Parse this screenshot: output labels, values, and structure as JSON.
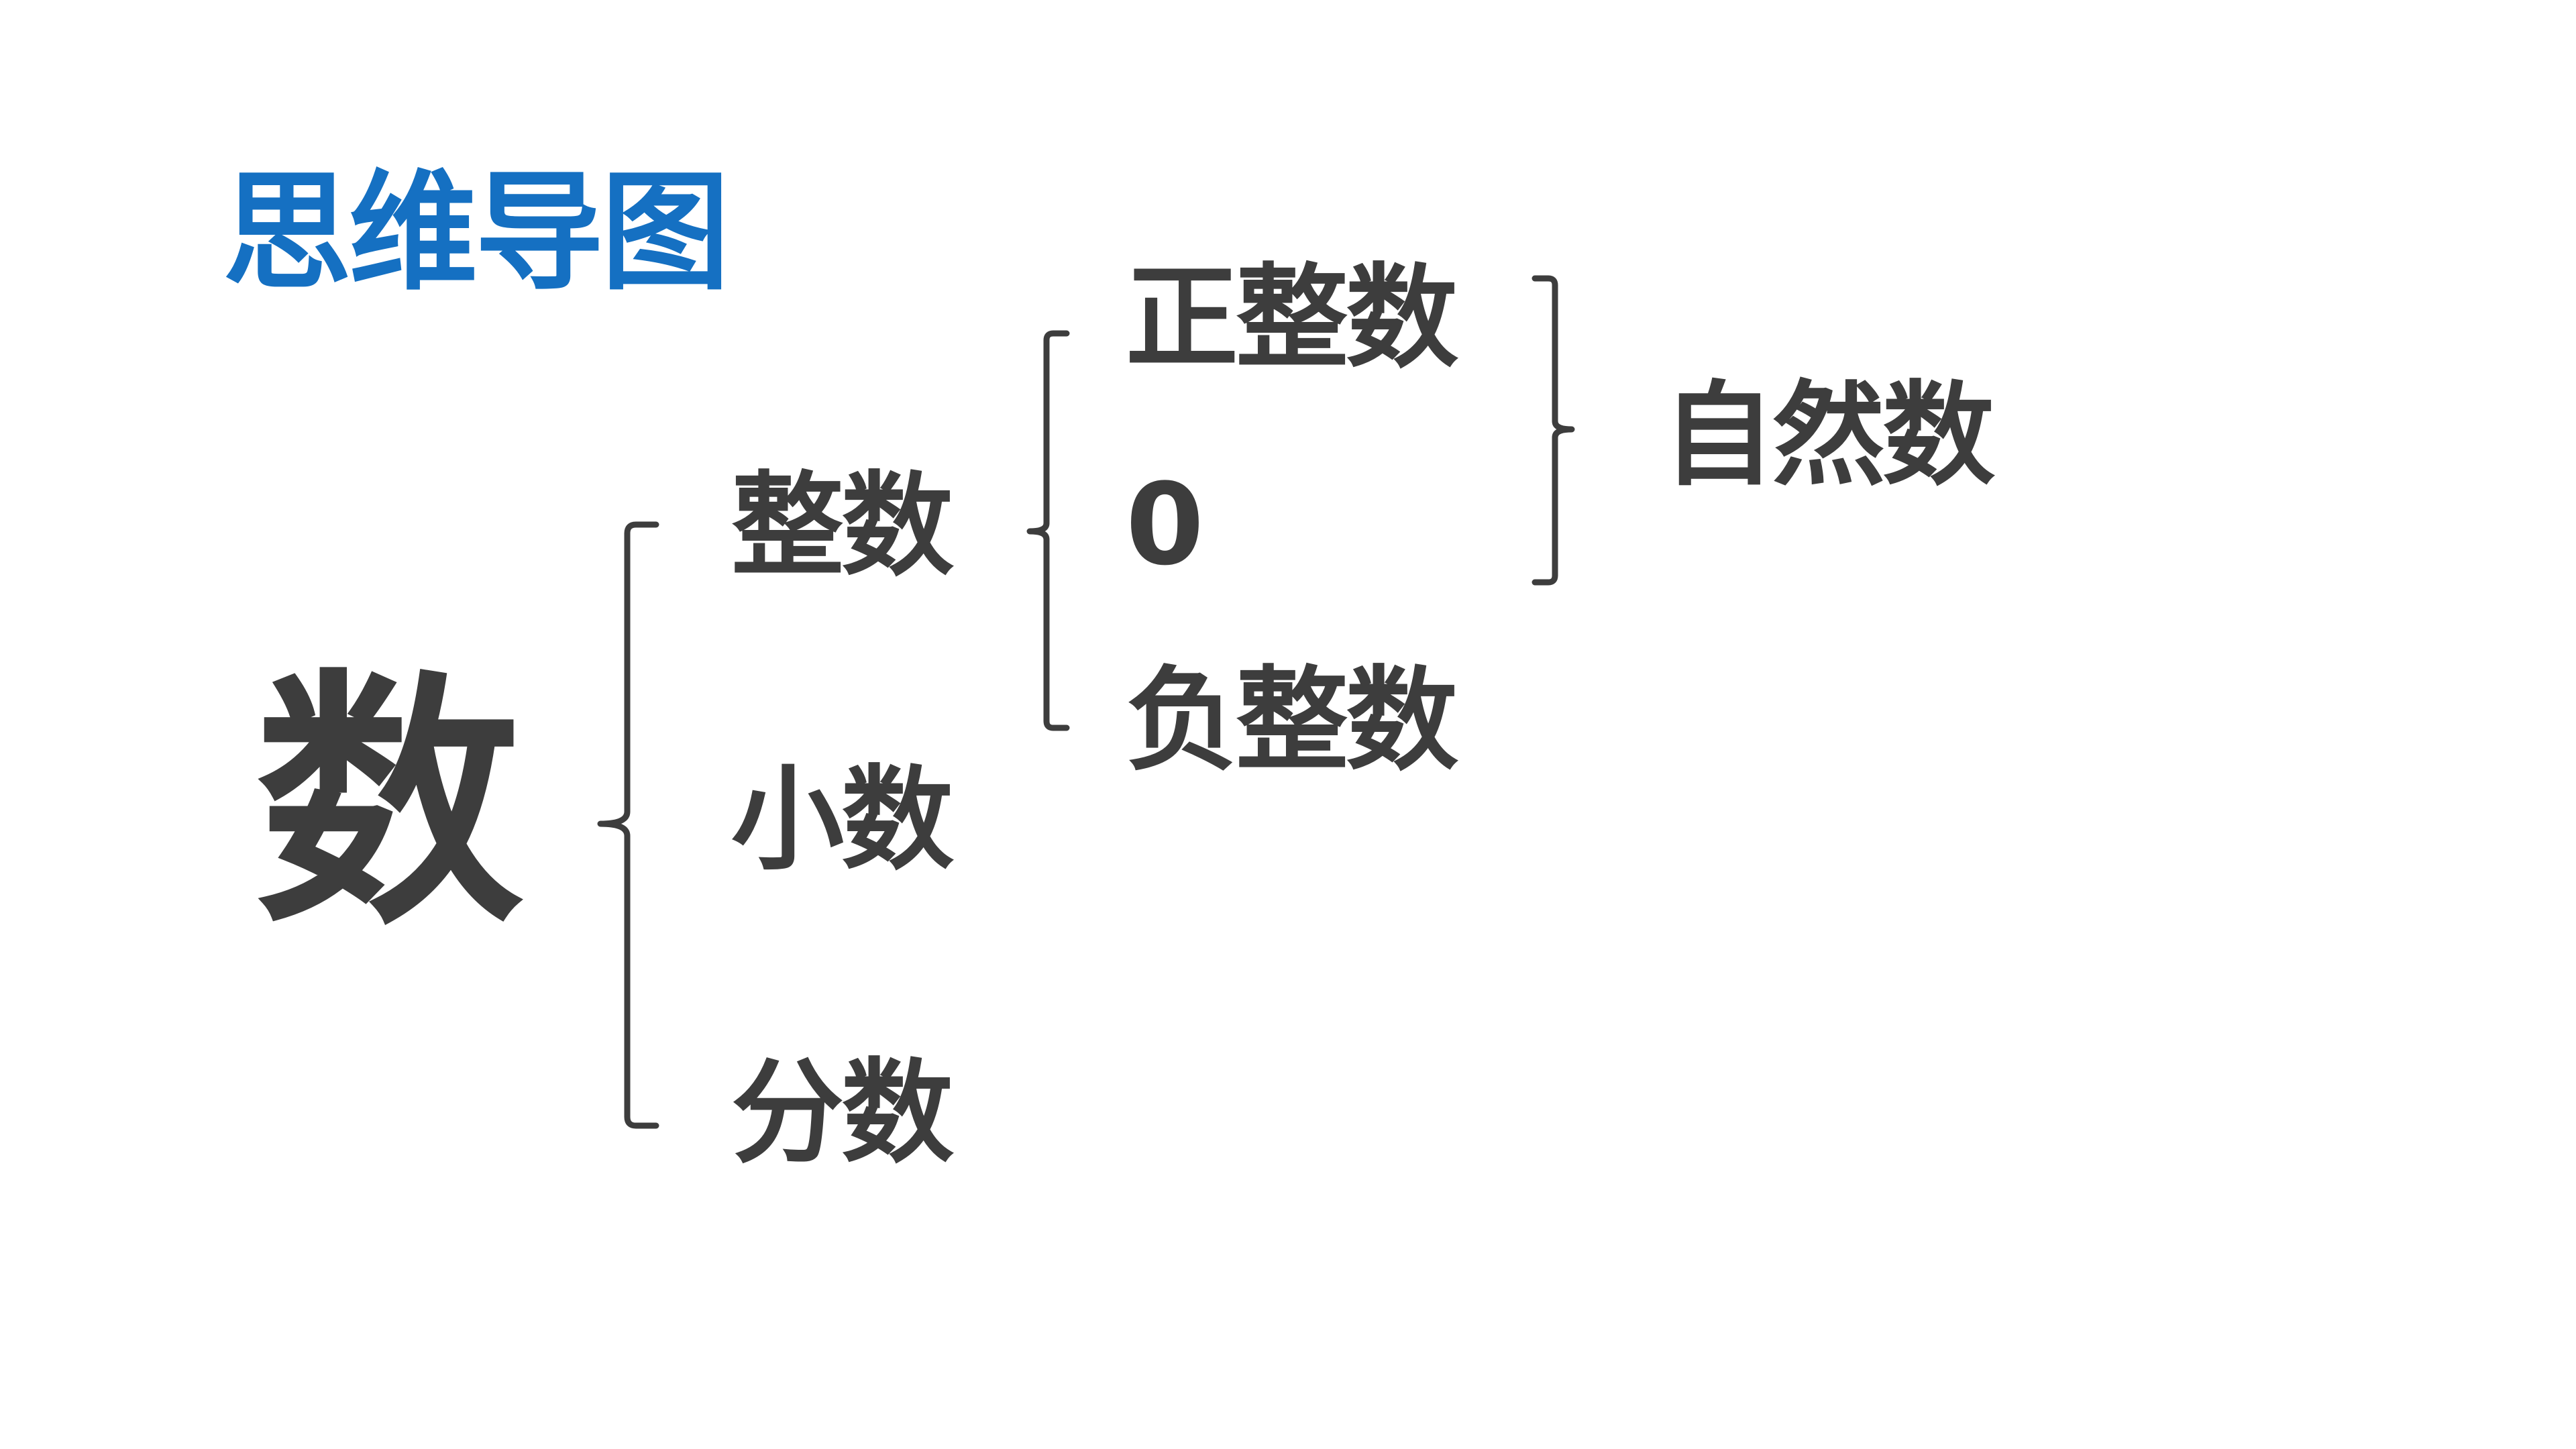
{
  "colors": {
    "title": "#1570c2",
    "text": "#3d3d3d",
    "bracket": "#3d3d3d",
    "background": "#ffffff"
  },
  "title": "思维导图",
  "root": "数",
  "branches": {
    "integer": "整数",
    "decimal": "小数",
    "fraction": "分数"
  },
  "integer_children": {
    "positive": "正整数",
    "zero": "0",
    "negative": "负整数"
  },
  "natural": "自然数"
}
